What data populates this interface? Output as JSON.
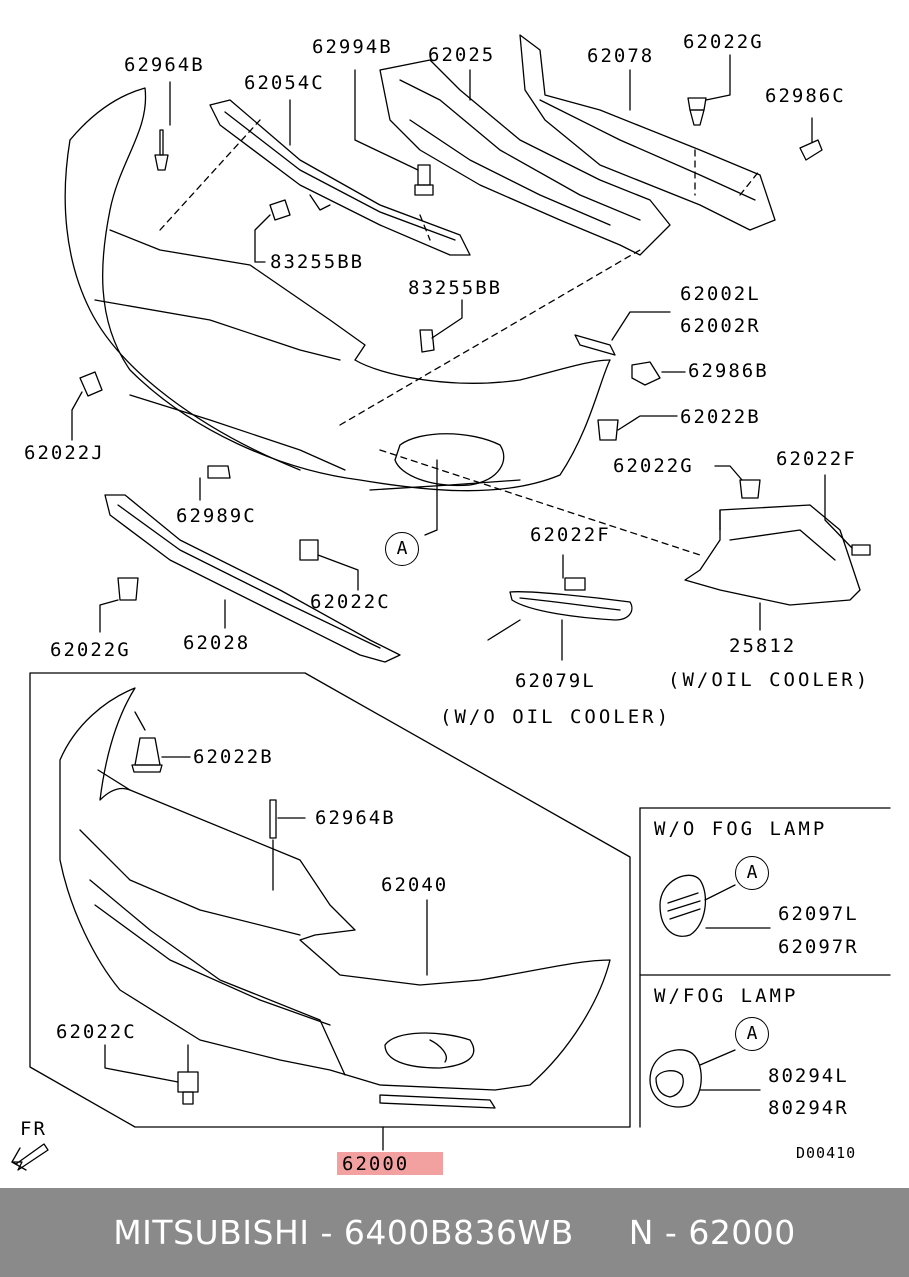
{
  "labels": {
    "p62964B_top": "62964B",
    "p62054C": "62054C",
    "p62994B": "62994B",
    "p62025": "62025",
    "p62078": "62078",
    "p62022G_top": "62022G",
    "p62986C": "62986C",
    "p83255BB_a": "83255BB",
    "p83255BB_b": "83255BB",
    "p62002L": "62002L",
    "p62002R": "62002R",
    "p62986B": "62986B",
    "p62022B_mid": "62022B",
    "p62022J": "62022J",
    "p62022G_mid": "62022G",
    "p62022F_right": "62022F",
    "p62989C": "62989C",
    "p62022F_mid": "62022F",
    "p62022C_mid": "62022C",
    "p62022G_left": "62022G",
    "p62028": "62028",
    "p25812": "25812",
    "note_oil_cooler": "(W/OIL COOLER)",
    "p62079L": "62079L",
    "note_wo_oil_cooler": "(W/O OIL COOLER)",
    "p62022B_low": "62022B",
    "p62964B_low": "62964B",
    "p62040": "62040",
    "p62022C_low": "62022C",
    "p62000": "62000",
    "fr": "FR",
    "code": "D00410",
    "wo_fog_title": "W/O FOG LAMP",
    "p62097L": "62097L",
    "p62097R": "62097R",
    "w_fog_title": "W/FOG LAMP",
    "p80294L": "80294L",
    "p80294R": "80294R",
    "ref_a": "A"
  },
  "footer": {
    "text": "MITSUBISHI - 6400B836WB     N - 62000"
  },
  "colors": {
    "highlight": "#f3a0a0",
    "footer_bg": "#8a8a8a",
    "footer_text": "#ffffff",
    "line": "#000000"
  }
}
